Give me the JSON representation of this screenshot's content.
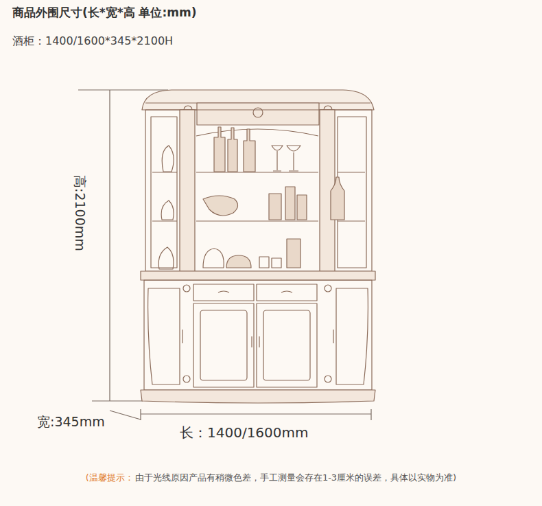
{
  "diagram": {
    "title": "商品外围尺寸(长*宽*高 单位:mm)",
    "labels": [
      "酒柜：1400/1600*345*2100H",
      "高:2100mm",
      "宽:345mm",
      "长：1400/1600mm",
      "(温馨提示：",
      "由于光线原因产品有稍微色差，手工测量会存在1-3厘米的误差，具体以实物为准)"
    ]
  }
}
